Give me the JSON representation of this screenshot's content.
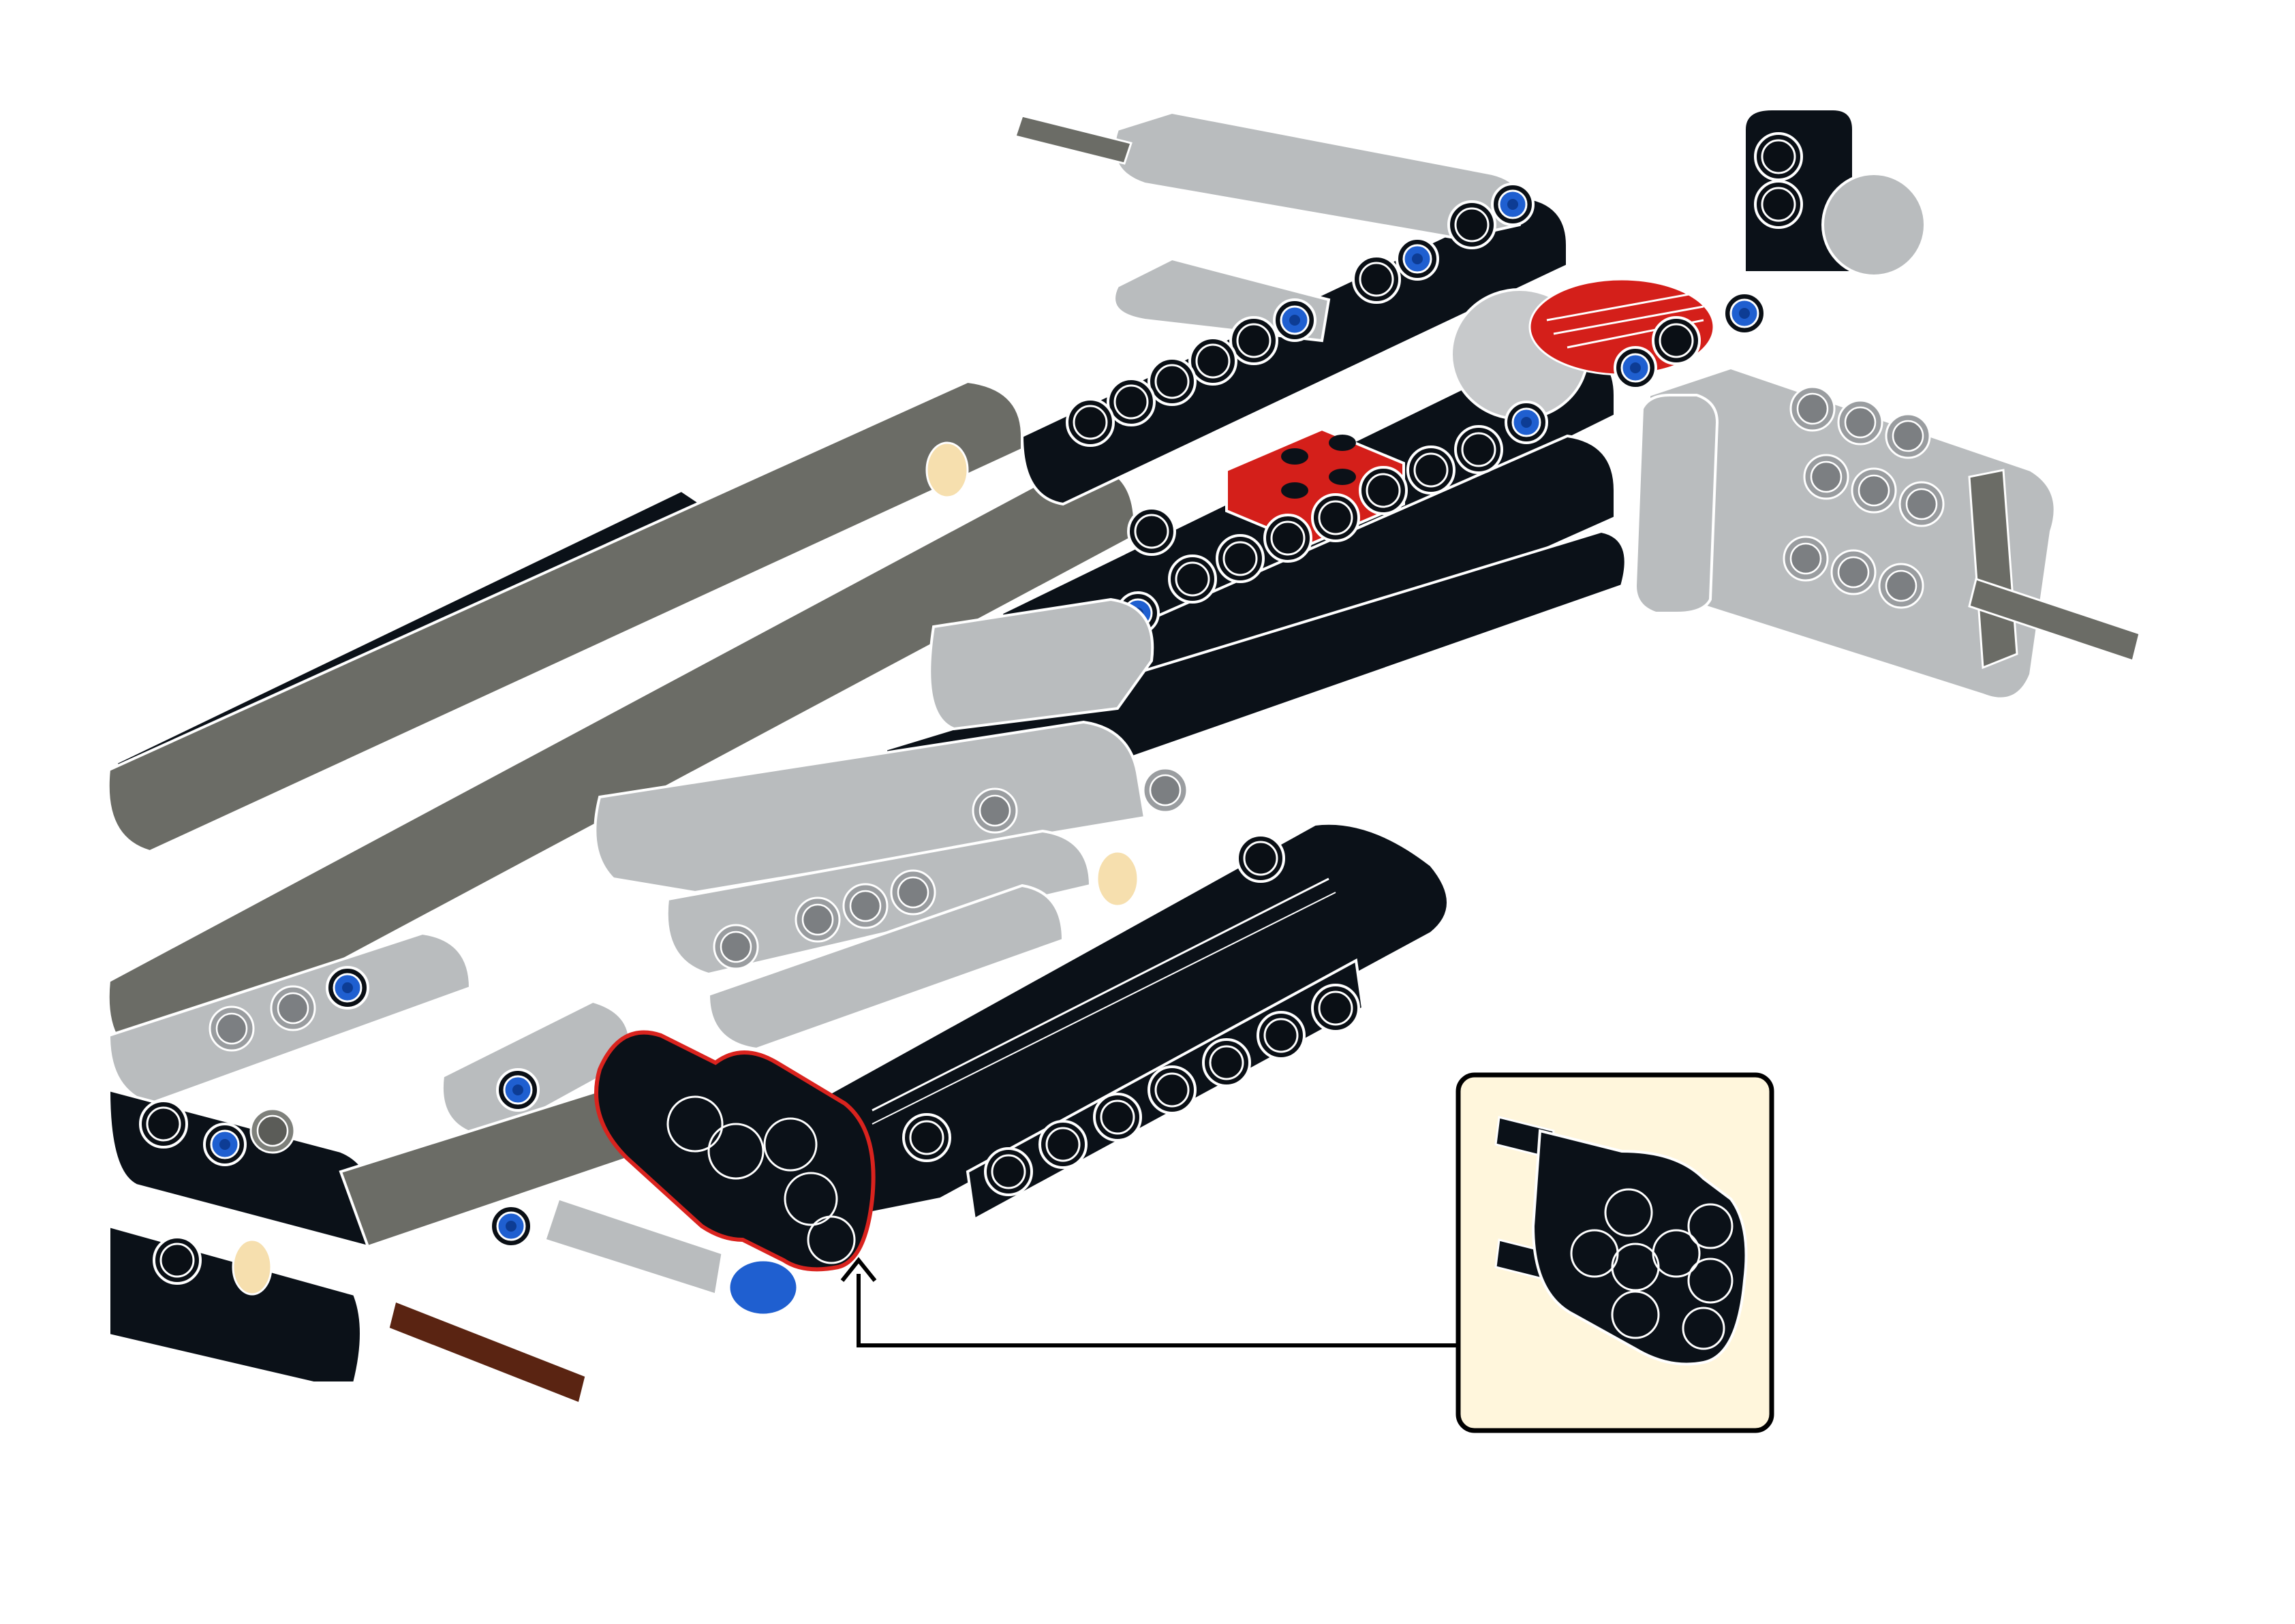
{
  "page": {
    "kind": "instruction-step",
    "background": "#ffffff"
  },
  "model": {
    "name": "technic-chassis-assembly",
    "colors": {
      "black": "#0b1118",
      "dark_gray": "#6b6c66",
      "light_gray": "#b9bcbe",
      "red": "#d41f1a",
      "blue": "#1f5fd0",
      "tan": "#f6dfae",
      "brown": "#5a2412",
      "outline": "#ffffff"
    }
  },
  "callout": {
    "highlight_color": "#d9231e",
    "arrow_color": "#000000",
    "panel_bg": "#fff6dc",
    "panel_border": "#000000",
    "part_icon": "beam-connector-2x3-with-pins"
  }
}
